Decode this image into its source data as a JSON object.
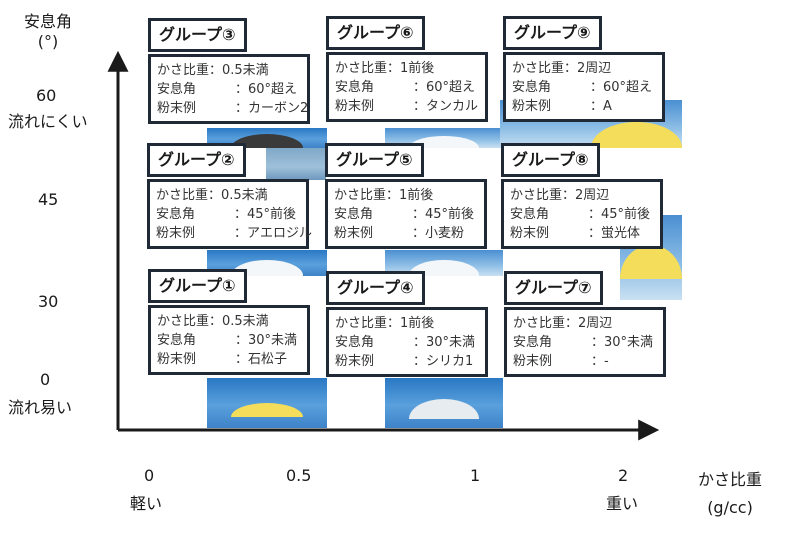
{
  "axes": {
    "y_title": "安息角",
    "y_unit": "(°)",
    "y_ticks": [
      {
        "value": "60",
        "note": "流れにくい"
      },
      {
        "value": "45",
        "note": ""
      },
      {
        "value": "30",
        "note": ""
      },
      {
        "value": "0",
        "note": "流れ易い"
      }
    ],
    "x_ticks": [
      {
        "value": "0",
        "note": "軽い"
      },
      {
        "value": "0.5",
        "note": ""
      },
      {
        "value": "1",
        "note": ""
      },
      {
        "value": "2",
        "note": "重い"
      }
    ],
    "x_title": "かさ比重",
    "x_unit": "(g/cc)"
  },
  "groups": [
    {
      "title": "グループ③",
      "density": "かさ比重：0.5未満",
      "angle_key": "安息角",
      "angle_val": "：60°超え",
      "ex_key": "粉末例",
      "ex_val": "：カーボン2"
    },
    {
      "title": "グループ⑥",
      "density": "かさ比重：1前後",
      "angle_key": "安息角",
      "angle_val": "：60°超え",
      "ex_key": "粉末例",
      "ex_val": "：タンカル"
    },
    {
      "title": "グループ⑨",
      "density": "かさ比重：2周辺",
      "angle_key": "安息角",
      "angle_val": "：60°超え",
      "ex_key": "粉末例",
      "ex_val": "：A"
    },
    {
      "title": "グループ②",
      "density": "かさ比重：0.5未満",
      "angle_key": "安息角",
      "angle_val": "：45°前後",
      "ex_key": "粉末例",
      "ex_val": "：アエロジル"
    },
    {
      "title": "グループ⑤",
      "density": "かさ比重：1前後",
      "angle_key": "安息角",
      "angle_val": "：45°前後",
      "ex_key": "粉末例",
      "ex_val": "：小麦粉"
    },
    {
      "title": "グループ⑧",
      "density": "かさ比重：2周辺",
      "angle_key": "安息角",
      "angle_val": "：45°前後",
      "ex_key": "粉末例",
      "ex_val": "：蛍光体"
    },
    {
      "title": "グループ①",
      "density": "かさ比重：0.5未満",
      "angle_key": "安息角",
      "angle_val": "：30°未満",
      "ex_key": "粉末例",
      "ex_val": "：石松子"
    },
    {
      "title": "グループ④",
      "density": "かさ比重：1前後",
      "angle_key": "安息角",
      "angle_val": "：30°未満",
      "ex_key": "粉末例",
      "ex_val": "：シリカ1"
    },
    {
      "title": "グループ⑦",
      "density": "かさ比重：2周辺",
      "angle_key": "安息角",
      "angle_val": "：30°未満",
      "ex_key": "粉末例",
      "ex_val": "：-"
    }
  ]
}
